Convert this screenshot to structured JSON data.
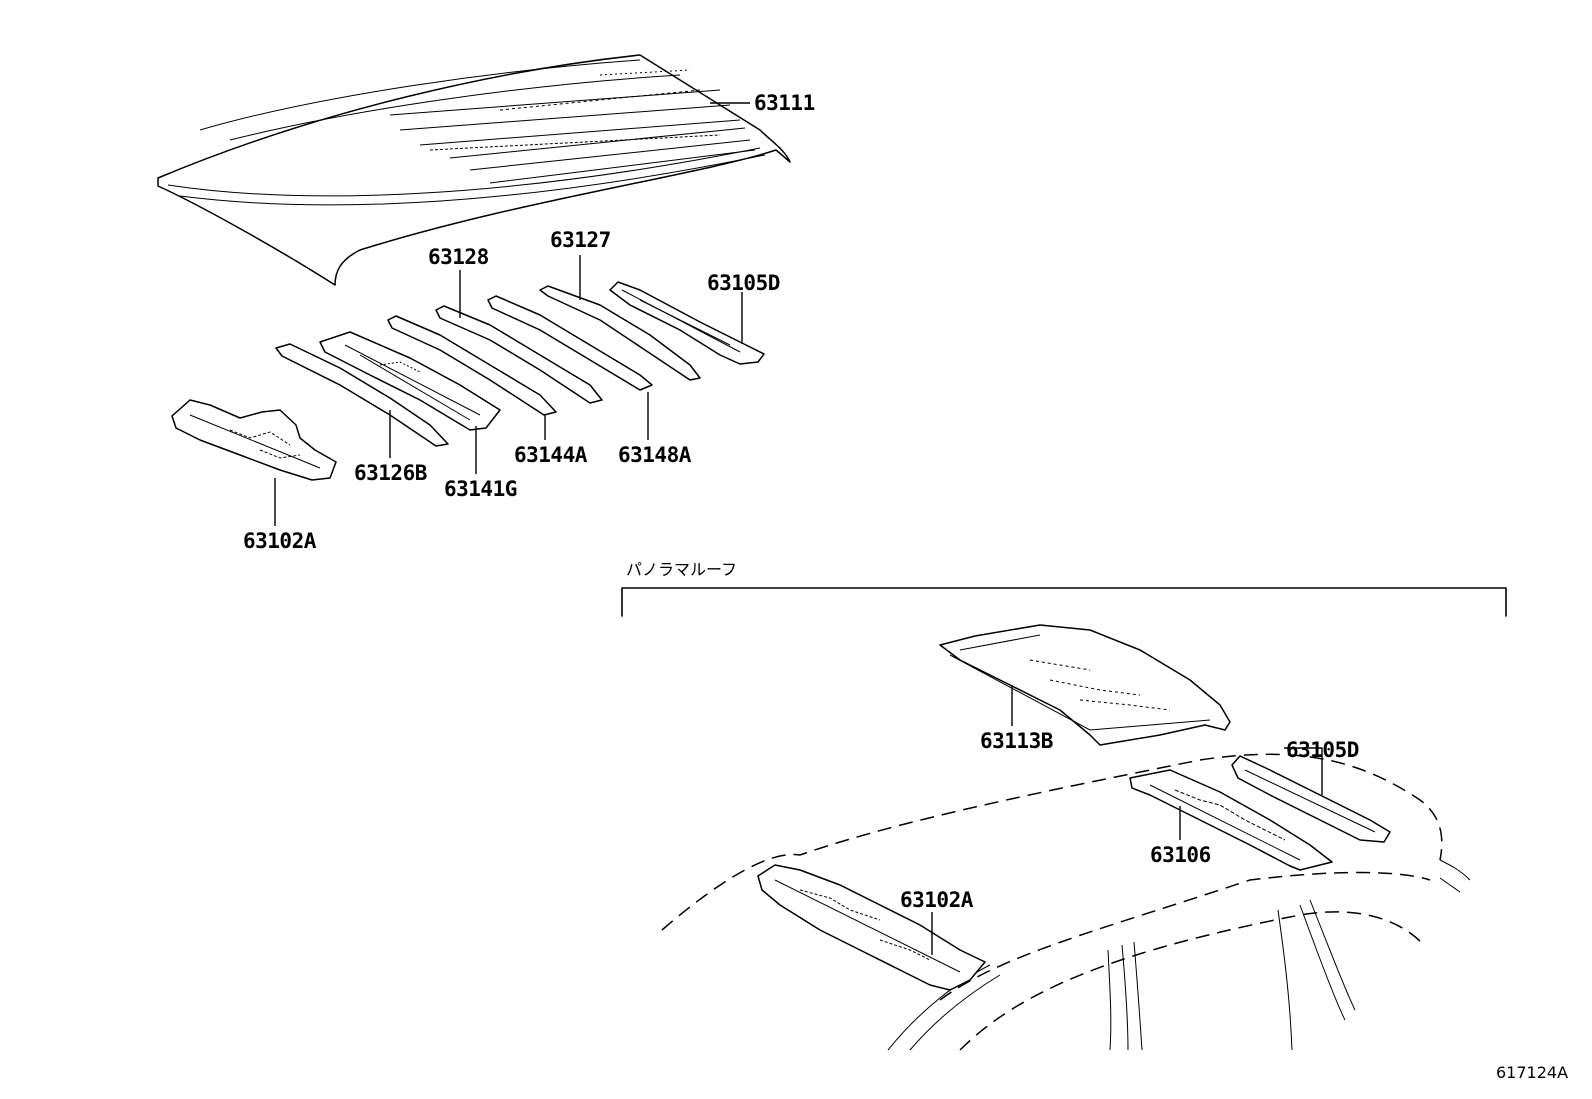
{
  "parts": {
    "p63111": "63111",
    "p63128": "63128",
    "p63127": "63127",
    "p63105D_top": "63105D",
    "p63126B": "63126B",
    "p63141G": "63141G",
    "p63144A": "63144A",
    "p63148A": "63148A",
    "p63102A_top": "63102A",
    "p63113B": "63113B",
    "p63105D_bottom": "63105D",
    "p63106": "63106",
    "p63102A_bottom": "63102A"
  },
  "section_label": "パノラマルーフ",
  "diagram_code": "617124A"
}
